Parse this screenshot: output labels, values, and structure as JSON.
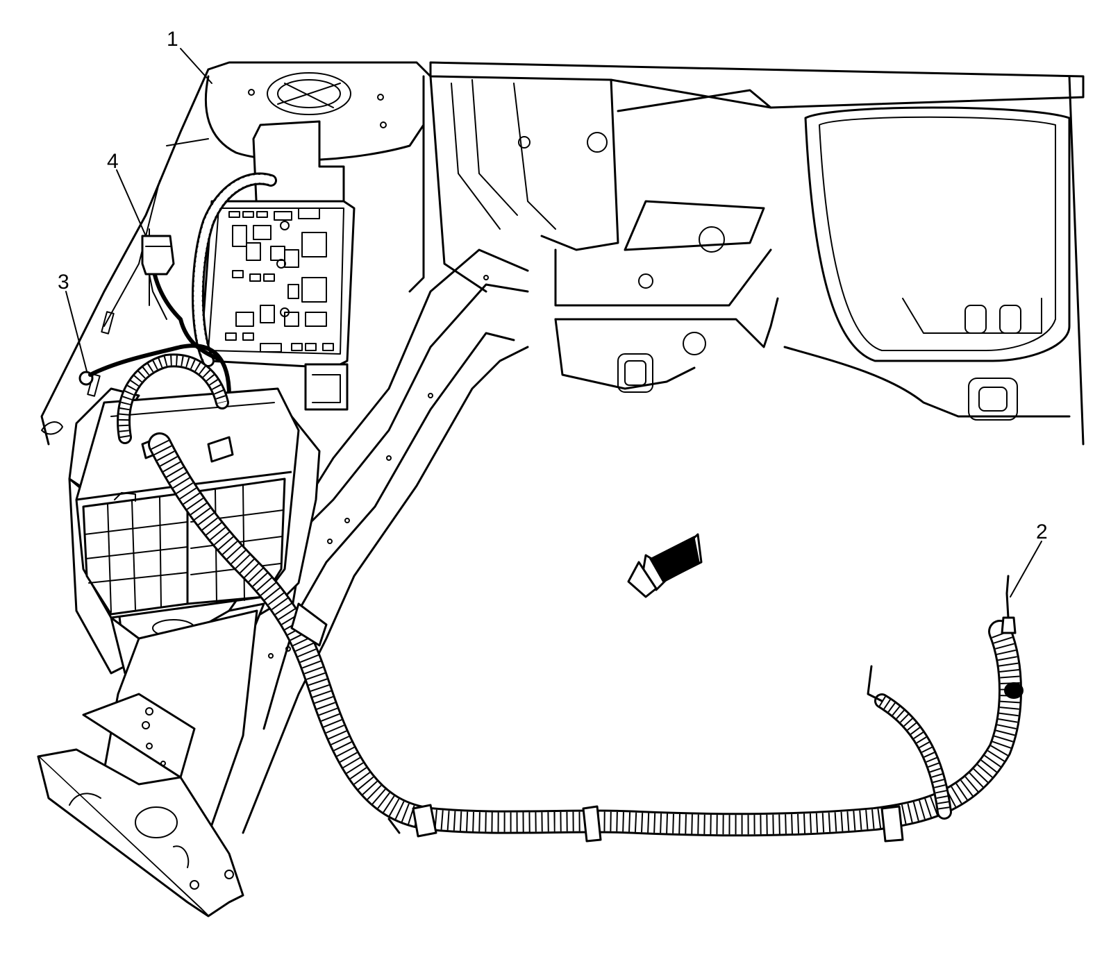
{
  "callouts": [
    {
      "id": "1",
      "text": "1",
      "part": "fuse-relay-block"
    },
    {
      "id": "2",
      "text": "2",
      "part": "cable-end-rear"
    },
    {
      "id": "3",
      "text": "3",
      "part": "ground-ring-terminal"
    },
    {
      "id": "4",
      "text": "4",
      "part": "harness-connector"
    }
  ],
  "icons": {
    "direction": "front-direction-arrow-icon"
  },
  "colors": {
    "line": "#000000",
    "background": "#ffffff"
  }
}
